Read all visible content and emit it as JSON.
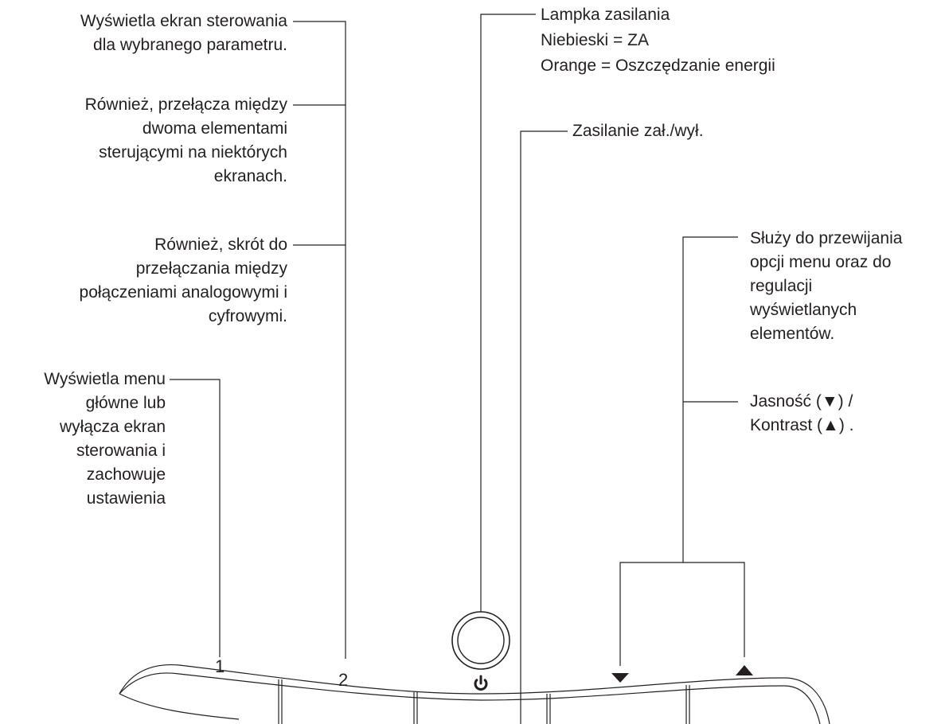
{
  "callouts": {
    "select_display": [
      "Wyświetla ekran sterowania",
      "dla wybranego parametru."
    ],
    "toggle_controls": [
      "Również, przełącza między",
      "dwoma elementami",
      "sterującymi na niektórych",
      "ekranach."
    ],
    "shortcut_analog_digital": [
      "Również, skrót do",
      "przełączania między",
      "połączeniami analogowymi i",
      "cyfrowymi."
    ],
    "main_menu": [
      "Wyświetla menu",
      "główne lub",
      "wyłącza ekran",
      "sterowania i",
      "zachowuje",
      "ustawienia"
    ],
    "power_light": [
      "Lampka zasilania",
      "Niebieski = ZA",
      "Orange = Oszczędzanie energii"
    ],
    "power_switch": [
      "Zasilanie zał./wył."
    ],
    "scroll_adjust": [
      "Służy do przewijania",
      "opcji menu oraz do",
      "regulacji",
      "wyświetlanych",
      "elementów."
    ],
    "brightness_contrast": [
      "Jasność (▼) /",
      "Kontrast  (▲) ."
    ]
  },
  "buttons": {
    "button_1": "1",
    "button_2": "2",
    "down_glyph": "▼",
    "up_glyph": "▲"
  },
  "icons": {
    "power": "power-icon",
    "down": "down-arrow-icon",
    "up": "up-arrow-icon"
  }
}
